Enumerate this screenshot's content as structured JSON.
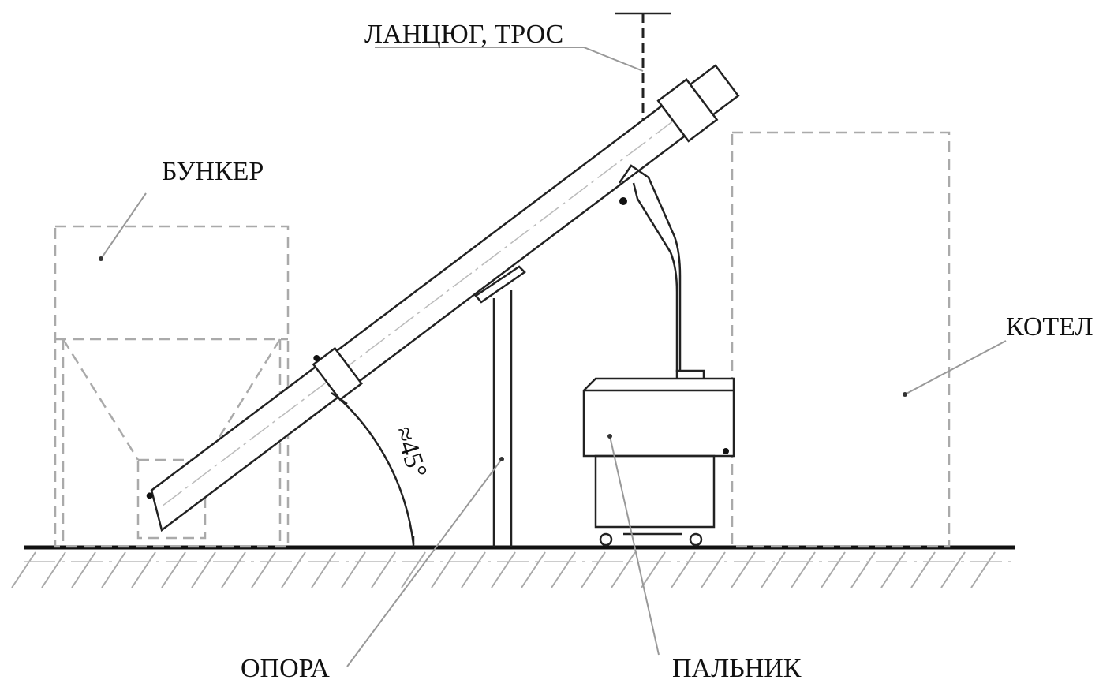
{
  "labels": {
    "chain": "ЛАНЦЮГ, ТРОС",
    "hopper": "БУНКЕР",
    "boiler": "КОТЕЛ",
    "support": "ОПОРА",
    "burner": "ПАЛЬНИК",
    "angle": "≈45°"
  }
}
